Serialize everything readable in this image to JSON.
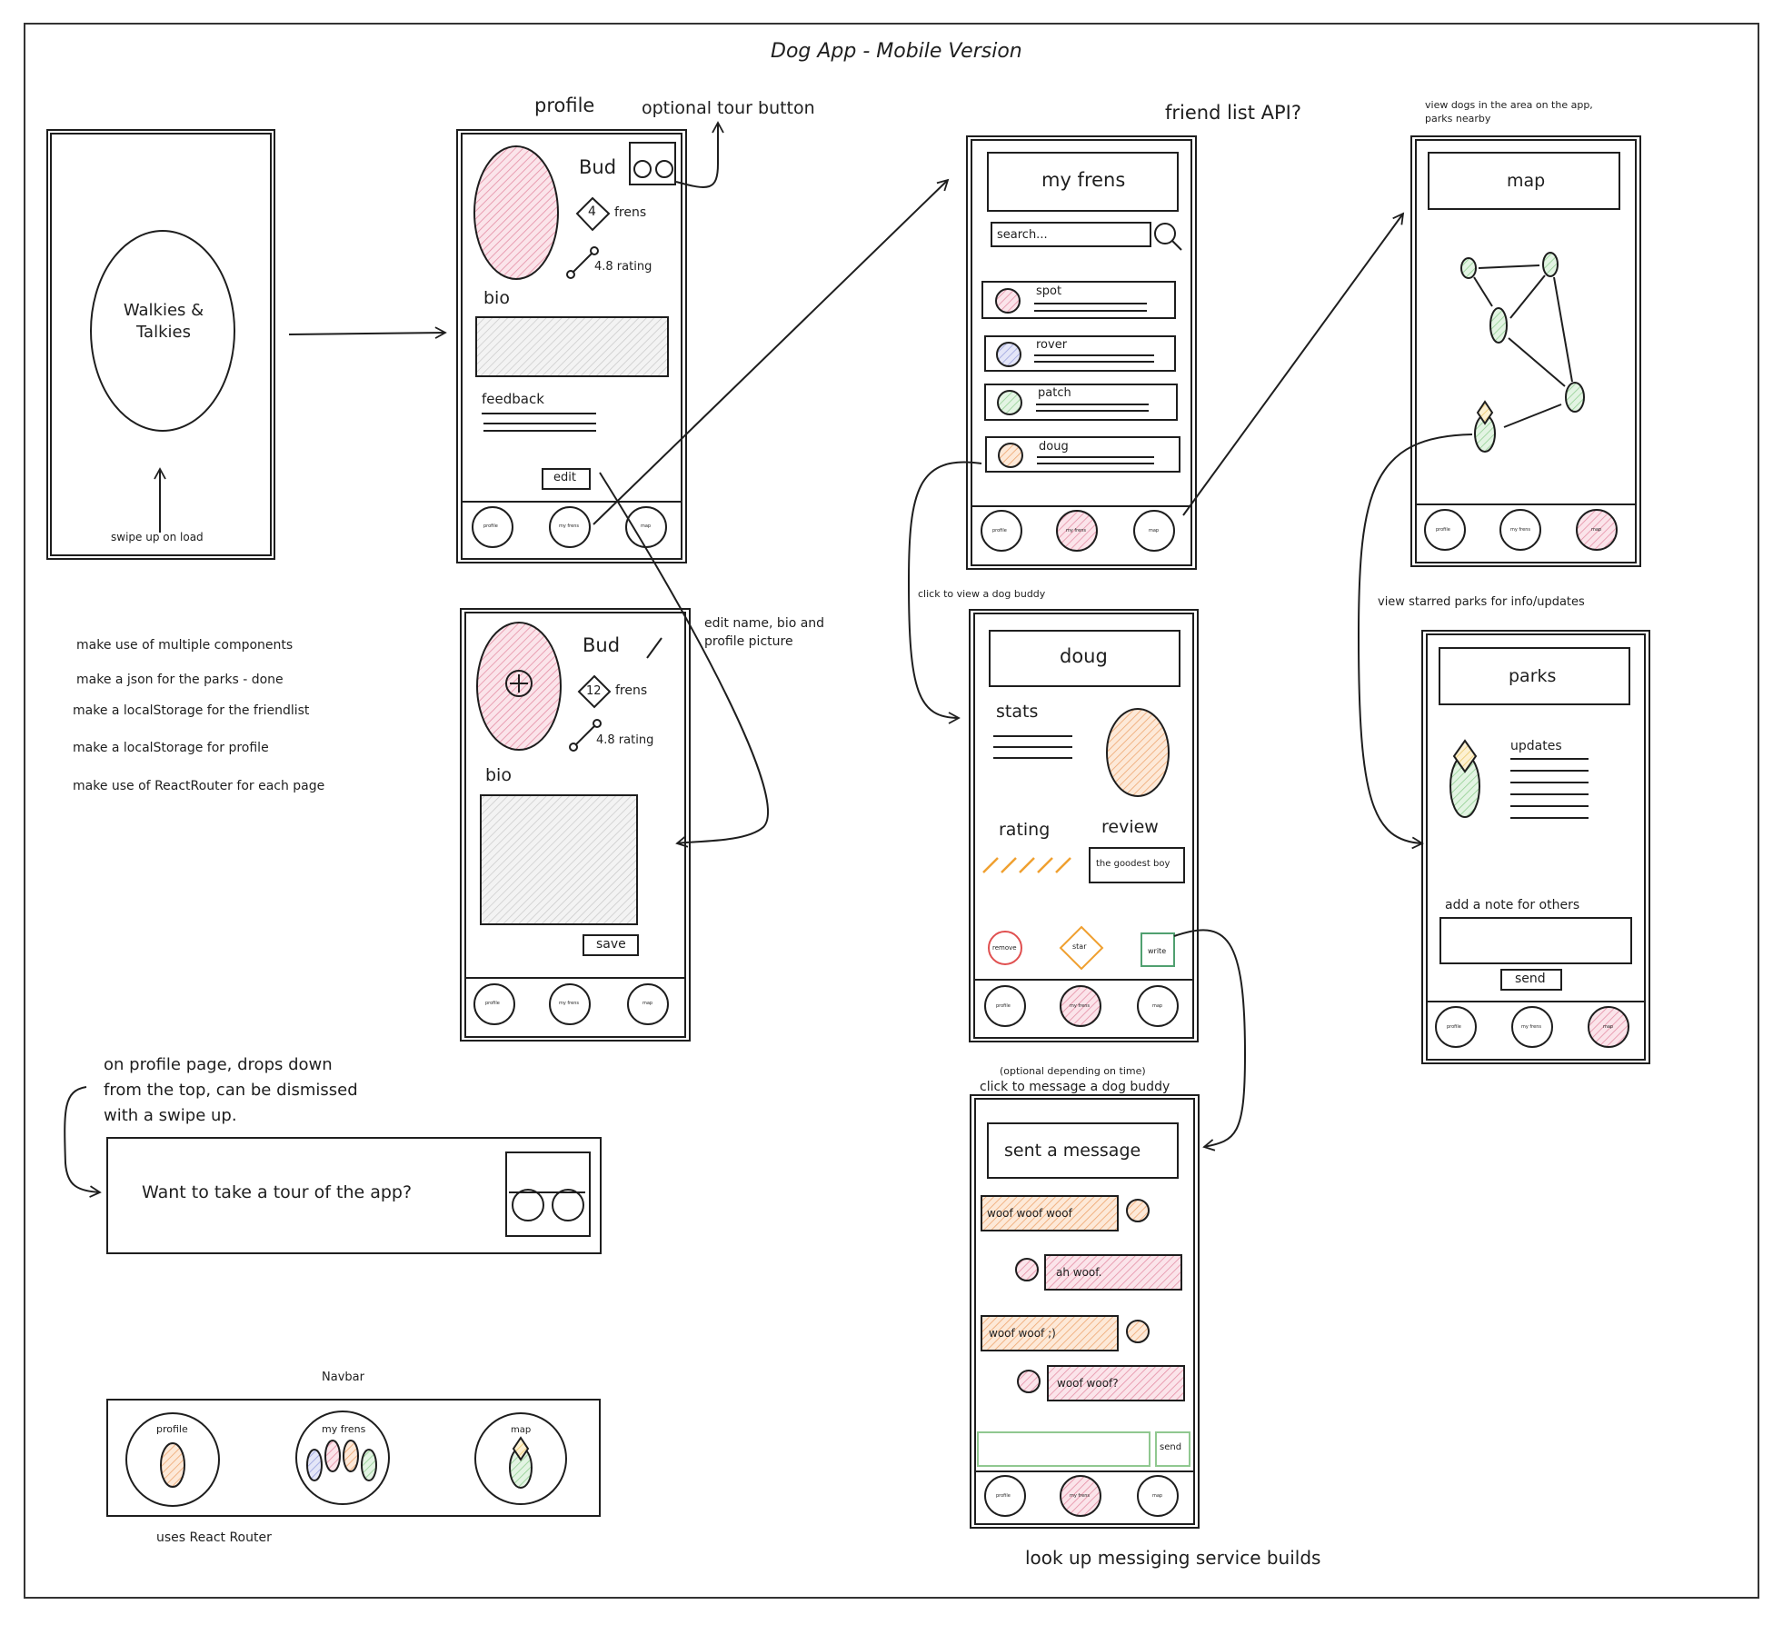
{
  "title": "Dog App - Mobile Version",
  "splash": {
    "logo": "Walkies &\nTalkies",
    "hint": "swipe up on load"
  },
  "profile": {
    "label": "profile",
    "tour_label": "optional tour button",
    "name": "Bud",
    "frens_count": "4",
    "frens": "frens",
    "rating": "4.8 rating",
    "bio": "bio",
    "feedback": "feedback",
    "edit": "edit"
  },
  "edit_profile": {
    "annotation": "edit name, bio and\nprofile picture",
    "name": "Bud",
    "frens_count": "12",
    "frens": "frens",
    "rating": "4.8 rating",
    "bio": "bio",
    "save": "save"
  },
  "nav_small": {
    "profile": "profile",
    "frens": "my frens",
    "map": "map"
  },
  "friends": {
    "label": "friend list API?",
    "header": "my frens",
    "search": "search...",
    "items": [
      "spot",
      "rover",
      "patch",
      "doug"
    ],
    "click_note": "click to view a dog buddy"
  },
  "map_screen": {
    "note": "view dogs in the area on the app,\nparks nearby",
    "header": "map"
  },
  "parks": {
    "note": "view starred parks for info/updates",
    "header": "parks",
    "updates": "updates",
    "add_note": "add a note for others",
    "send": "send"
  },
  "dog": {
    "header": "doug",
    "stats": "stats",
    "rating": "rating",
    "review": "review",
    "review_text": "the goodest boy",
    "remove": "remove",
    "star": "star",
    "write": "write"
  },
  "message": {
    "note1": "(optional depending on time)",
    "note2": "click to message a dog buddy",
    "header": "sent a message",
    "bubbles": [
      "woof woof woof",
      "ah woof.",
      "woof woof ;)",
      "woof woof?"
    ],
    "send": "send",
    "lookup": "look up messiging service builds"
  },
  "todo": [
    "make use of multiple components",
    "make a json for the parks - done",
    "make a localStorage for the friendlist",
    "make a localStorage for profile",
    "make use of ReactRouter for each page"
  ],
  "tour": {
    "note": "on profile page, drops down\nfrom the top, can be dismissed\nwith a swipe up.",
    "text": "Want to take a tour of the app?"
  },
  "navbar": {
    "label": "Navbar",
    "profile": "profile",
    "frens": "my frens",
    "map": "map",
    "uses": "uses React Router"
  },
  "colors": {
    "pink": "#e8a0b0",
    "orange": "#f0b080",
    "green": "#a8d8a8",
    "blue": "#a0a8e0",
    "yellow": "#f0d080",
    "gray": "#cccccc",
    "red": "#e05050",
    "amber": "#f0a030",
    "teal": "#50a070"
  }
}
